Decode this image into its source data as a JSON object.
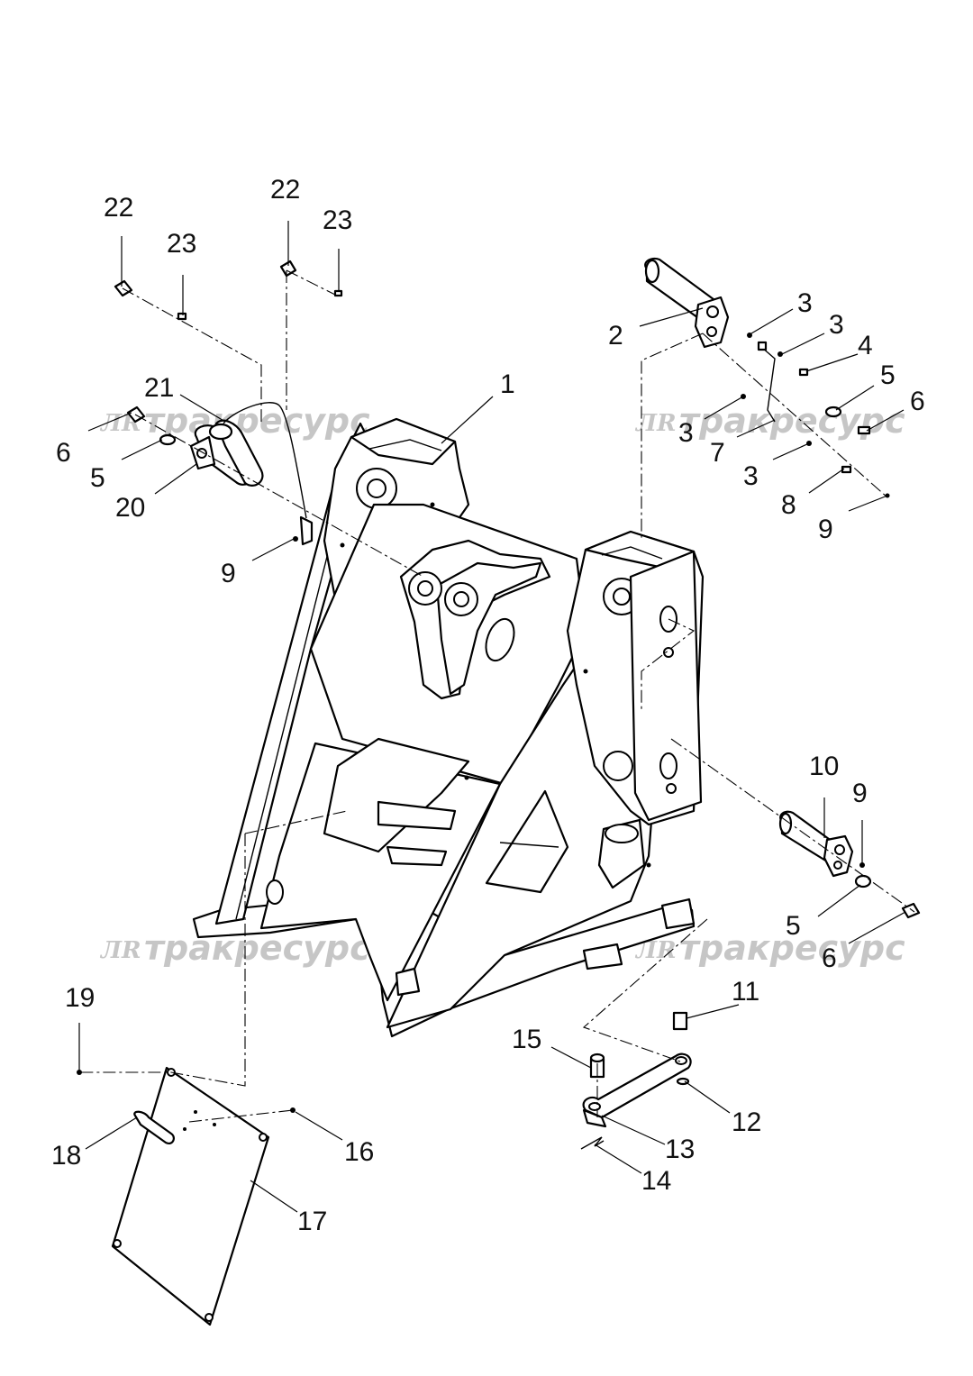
{
  "watermarks": [
    {
      "logo": "ЛR",
      "text": "тракресурс"
    },
    {
      "logo": "ЛR",
      "text": "тракресурс"
    },
    {
      "logo": "ЛR",
      "text": "тракресурс"
    },
    {
      "logo": "ЛR",
      "text": "тракресурс"
    }
  ],
  "callouts": [
    {
      "text": "1"
    },
    {
      "text": "2"
    },
    {
      "text": "3"
    },
    {
      "text": "3"
    },
    {
      "text": "4"
    },
    {
      "text": "5"
    },
    {
      "text": "6"
    },
    {
      "text": "3"
    },
    {
      "text": "7"
    },
    {
      "text": "3"
    },
    {
      "text": "8"
    },
    {
      "text": "9"
    },
    {
      "text": "22"
    },
    {
      "text": "23"
    },
    {
      "text": "22"
    },
    {
      "text": "23"
    },
    {
      "text": "21"
    },
    {
      "text": "6"
    },
    {
      "text": "5"
    },
    {
      "text": "20"
    },
    {
      "text": "9"
    },
    {
      "text": "10"
    },
    {
      "text": "9"
    },
    {
      "text": "5"
    },
    {
      "text": "6"
    },
    {
      "text": "11"
    },
    {
      "text": "15"
    },
    {
      "text": "12"
    },
    {
      "text": "13"
    },
    {
      "text": "14"
    },
    {
      "text": "19"
    },
    {
      "text": "18"
    },
    {
      "text": "16"
    },
    {
      "text": "17"
    }
  ]
}
